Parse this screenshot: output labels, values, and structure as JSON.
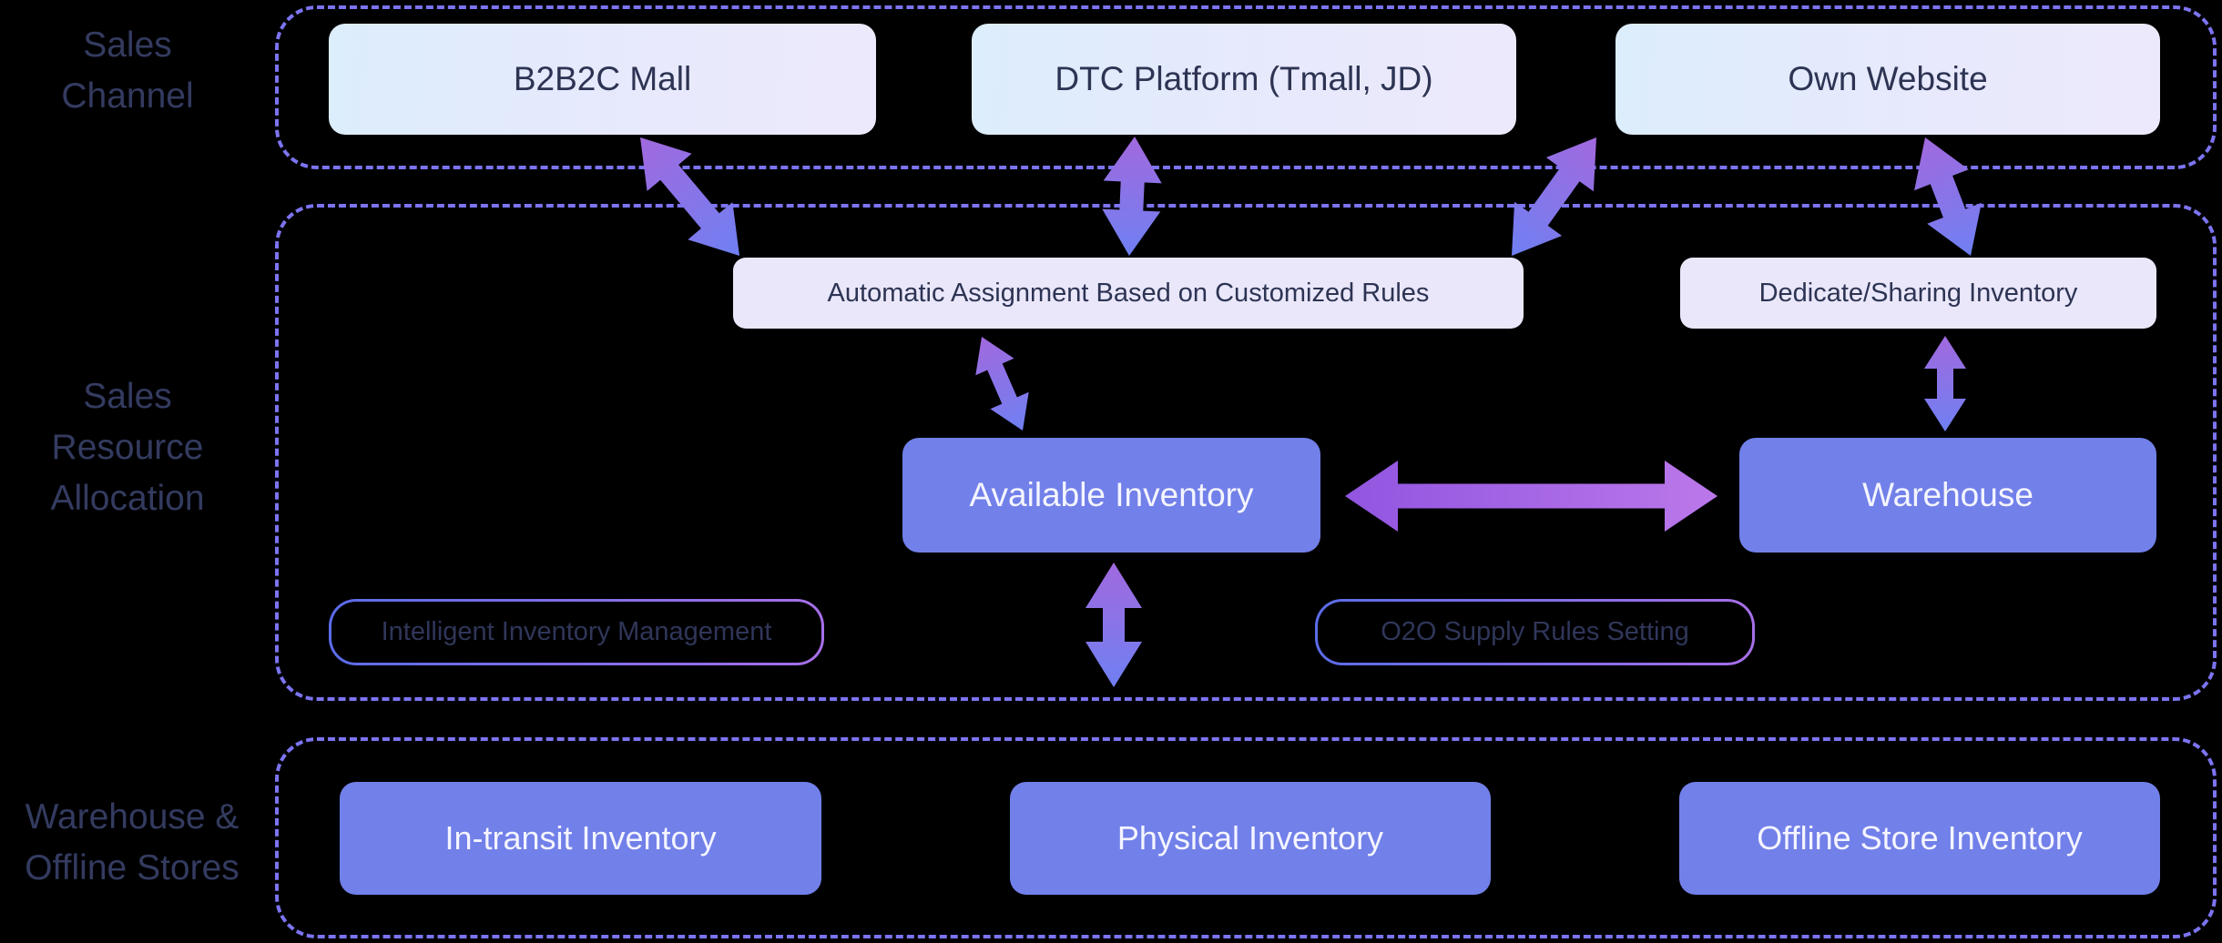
{
  "diagram": {
    "title": "Inventory allocation flow diagram",
    "colors": {
      "background": "#000000",
      "dashed_border": "#7c74f1",
      "row_label_text": "#343b60",
      "light_box_gradient_start": "#dcedfb",
      "light_box_gradient_end": "#ede9fc",
      "mid_light_box": "#eae7fb",
      "blue_box": "#7280e9",
      "blue_box_text": "#f4f5ff",
      "dark_text": "#2d3453",
      "pill_border_start": "#5b6ce8",
      "pill_border_end": "#a76fe8",
      "arrow_top": "#a169de",
      "arrow_bottom": "#6f80f2",
      "arrow_horizontal_start": "#9155e0",
      "arrow_horizontal_end": "#bb78ea"
    },
    "sections": [
      {
        "id": "sales-channel",
        "label_lines": [
          "Sales",
          "Channel"
        ]
      },
      {
        "id": "sales-resource-allocation",
        "label_lines": [
          "Sales",
          "Resource",
          "Allocation"
        ]
      },
      {
        "id": "warehouse-offline-stores",
        "label_lines": [
          "Warehouse &",
          "Offline Stores"
        ]
      }
    ],
    "nodes": {
      "b2b2c": "B2B2C Mall",
      "dtc": "DTC Platform (Tmall, JD)",
      "own_website": "Own Website",
      "auto_assignment": "Automatic Assignment Based on Customized Rules",
      "dedicate_sharing": "Dedicate/Sharing Inventory",
      "available_inventory": "Available Inventory",
      "warehouse": "Warehouse",
      "intelligent": "Intelligent Inventory Management",
      "o2o": "O2O Supply Rules Setting",
      "in_transit": "In-transit Inventory",
      "physical": "Physical Inventory",
      "offline_store": "Offline Store Inventory"
    },
    "connections": [
      {
        "from": "B2B2C Mall",
        "to": "Automatic Assignment Based on Customized Rules",
        "bidirectional": true
      },
      {
        "from": "DTC Platform (Tmall, JD)",
        "to": "Automatic Assignment Based on Customized Rules",
        "bidirectional": true
      },
      {
        "from": "Own Website",
        "to": "Automatic Assignment Based on Customized Rules",
        "bidirectional": true
      },
      {
        "from": "Own Website",
        "to": "Dedicate/Sharing Inventory",
        "bidirectional": true
      },
      {
        "from": "Automatic Assignment Based on Customized Rules",
        "to": "Available Inventory",
        "bidirectional": true
      },
      {
        "from": "Dedicate/Sharing Inventory",
        "to": "Warehouse",
        "bidirectional": true
      },
      {
        "from": "Available Inventory",
        "to": "Warehouse",
        "bidirectional": true
      },
      {
        "from": "Available Inventory",
        "to": "Warehouse & Offline Stores section",
        "bidirectional": true
      }
    ]
  }
}
